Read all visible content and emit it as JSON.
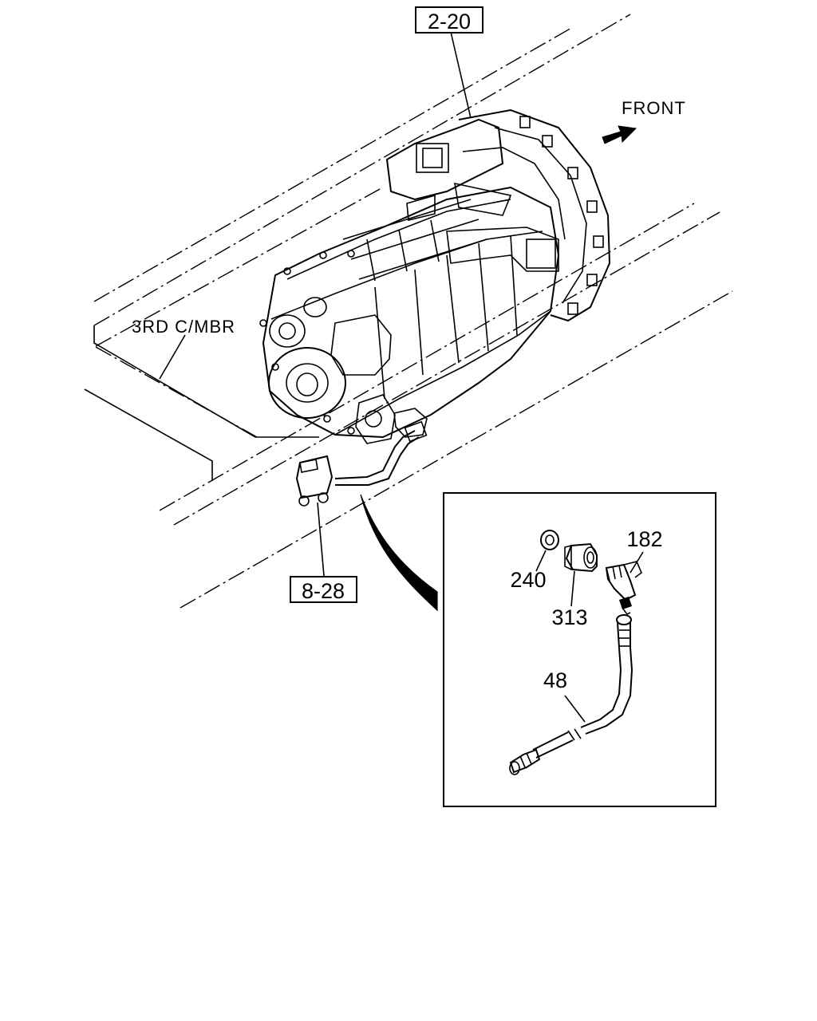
{
  "labels": {
    "ref_2_20": "2-20",
    "ref_8_28": "8-28",
    "front": "FRONT",
    "crossmember": "3RD C/MBR"
  },
  "parts": {
    "p240": "240",
    "p313": "313",
    "p182": "182",
    "p48": "48"
  }
}
